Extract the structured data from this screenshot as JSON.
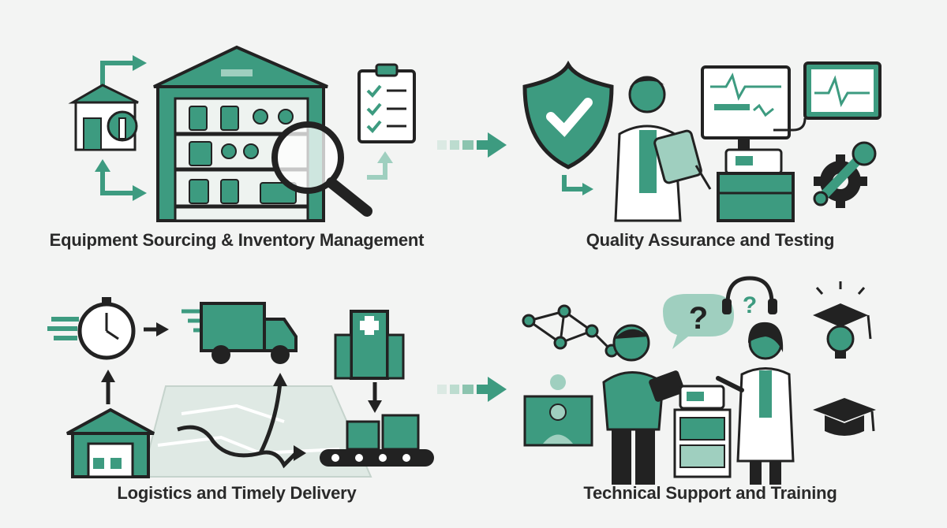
{
  "panels": [
    {
      "id": "sourcing",
      "label": "Equipment Sourcing & Inventory Management"
    },
    {
      "id": "quality",
      "label": "Quality Assurance and Testing"
    },
    {
      "id": "logistics",
      "label": "Logistics and Timely Delivery"
    },
    {
      "id": "support",
      "label": "Technical Support and Training"
    }
  ],
  "colors": {
    "accent": "#3d9b80",
    "accent_light": "#9fcfbf",
    "ink": "#222222",
    "background": "#f3f4f3"
  }
}
